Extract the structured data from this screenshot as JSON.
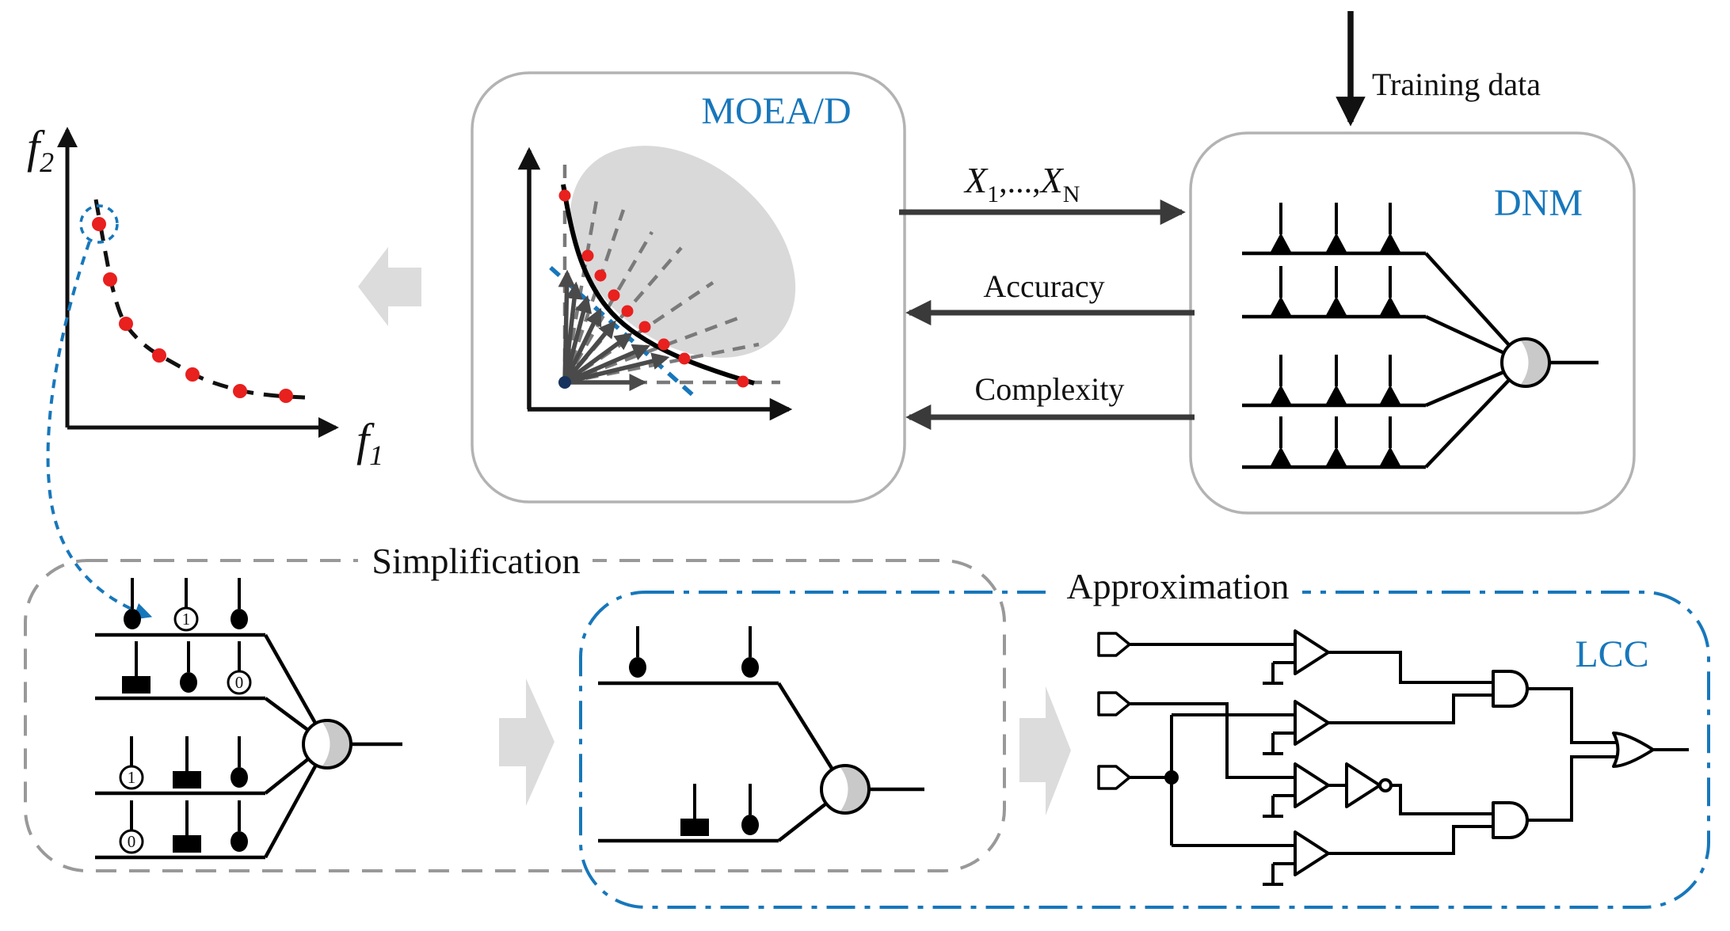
{
  "diagram": {
    "pareto_plot": {
      "y_label_base": "f",
      "y_label_sub": "2",
      "x_label_base": "f",
      "x_label_sub": "1"
    },
    "moead": {
      "title": "MOEA/D"
    },
    "dnm": {
      "title": "DNM"
    },
    "training_data_label": "Training data",
    "flows": {
      "solutions_base1": "X",
      "solutions_sub1": "1",
      "solutions_mid": ",...,",
      "solutions_base2": "X",
      "solutions_sub2": "N",
      "accuracy": "Accuracy",
      "complexity": "Complexity"
    },
    "simplification": {
      "title": "Simplification",
      "digits": [
        "1",
        "0",
        "1",
        "0"
      ]
    },
    "approximation": {
      "title": "Approximation"
    },
    "lcc": {
      "title": "LCC"
    },
    "colors": {
      "accent_blue": "#1777bb",
      "box_border": "#b3b3b3",
      "dashed_gray": "#999999",
      "red_dot": "#e8201e",
      "block_arrow_gray": "#dcdcdc",
      "dark_arrow": "#3a3a3a",
      "ellipse_gray": "#d9d9d9",
      "soma_gray": "#c9c9c9",
      "ideal_point_navy": "#16335e"
    }
  }
}
